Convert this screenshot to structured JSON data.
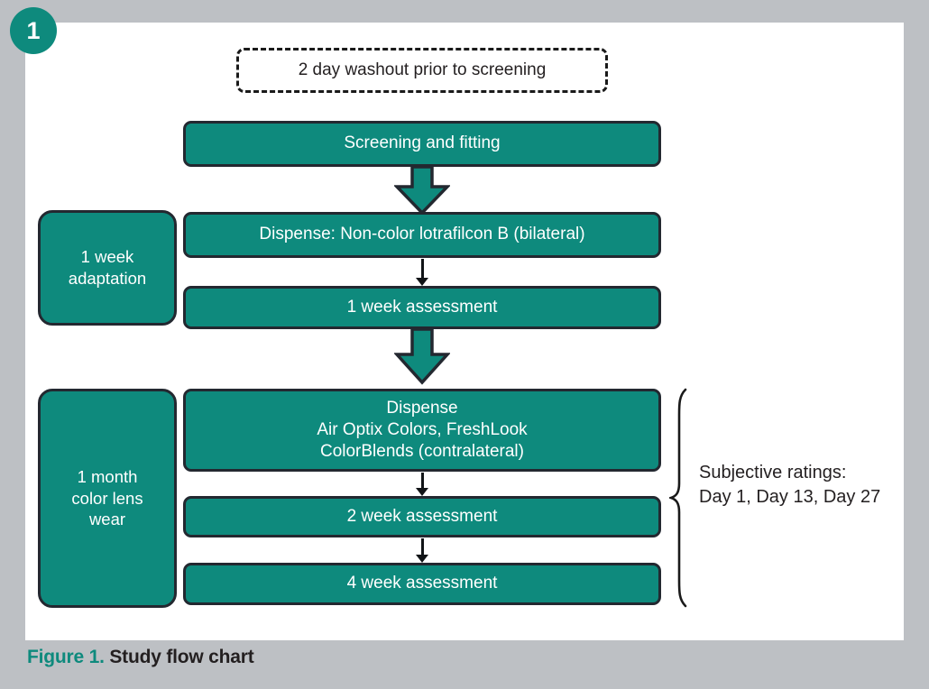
{
  "figure": {
    "badge_number": "1",
    "caption_label": "Figure 1.",
    "caption_text": "Study flow chart",
    "accent_color": "#0e8a7d",
    "node_border_color": "#232830",
    "page_background": "#bdc0c4",
    "panel_background": "#ffffff"
  },
  "nodes": {
    "washout": "2 day washout prior to screening",
    "screening": "Screening and fitting",
    "dispense_noncolor": "Dispense: Non-color lotrafilcon B (bilateral)",
    "assessment_1week": "1 week assessment",
    "phase_adaptation": "1 week\nadaptation",
    "phase_color_wear": "1 month\ncolor lens\nwear",
    "dispense_color": "Dispense\nAir Optix Colors, FreshLook\nColorBlends (contralateral)",
    "assessment_2week": "2 week assessment",
    "assessment_4week": "4 week assessment"
  },
  "annotation": {
    "subjective_ratings": "Subjective ratings:\nDay 1, Day 13, Day 27"
  },
  "chart_data": {
    "type": "table",
    "title": "Study flow chart",
    "nodes": [
      {
        "id": "washout",
        "label": "2 day washout prior to screening",
        "style": "dashed",
        "phase": null
      },
      {
        "id": "screening",
        "label": "Screening and fitting",
        "style": "filled",
        "phase": null
      },
      {
        "id": "dispense_noncolor",
        "label": "Dispense: Non-color lotrafilcon B (bilateral)",
        "style": "filled",
        "phase": "1 week adaptation"
      },
      {
        "id": "assessment_1week",
        "label": "1 week assessment",
        "style": "filled",
        "phase": "1 week adaptation"
      },
      {
        "id": "dispense_color",
        "label": "Dispense Air Optix Colors, FreshLook ColorBlends (contralateral)",
        "style": "filled",
        "phase": "1 month color lens wear"
      },
      {
        "id": "assessment_2week",
        "label": "2 week assessment",
        "style": "filled",
        "phase": "1 month color lens wear"
      },
      {
        "id": "assessment_4week",
        "label": "4 week assessment",
        "style": "filled",
        "phase": "1 month color lens wear"
      }
    ],
    "edges": [
      {
        "from": "screening",
        "to": "dispense_noncolor",
        "style": "thick-block-arrow"
      },
      {
        "from": "dispense_noncolor",
        "to": "assessment_1week",
        "style": "thin-arrow"
      },
      {
        "from": "assessment_1week",
        "to": "dispense_color",
        "style": "thick-block-arrow"
      },
      {
        "from": "dispense_color",
        "to": "assessment_2week",
        "style": "thin-arrow"
      },
      {
        "from": "assessment_2week",
        "to": "assessment_4week",
        "style": "thin-arrow"
      }
    ],
    "annotations": [
      {
        "text": "Subjective ratings: Day 1, Day 13, Day 27",
        "applies_to": [
          "dispense_color",
          "assessment_2week",
          "assessment_4week"
        ],
        "marker": "curly-brace"
      }
    ]
  }
}
